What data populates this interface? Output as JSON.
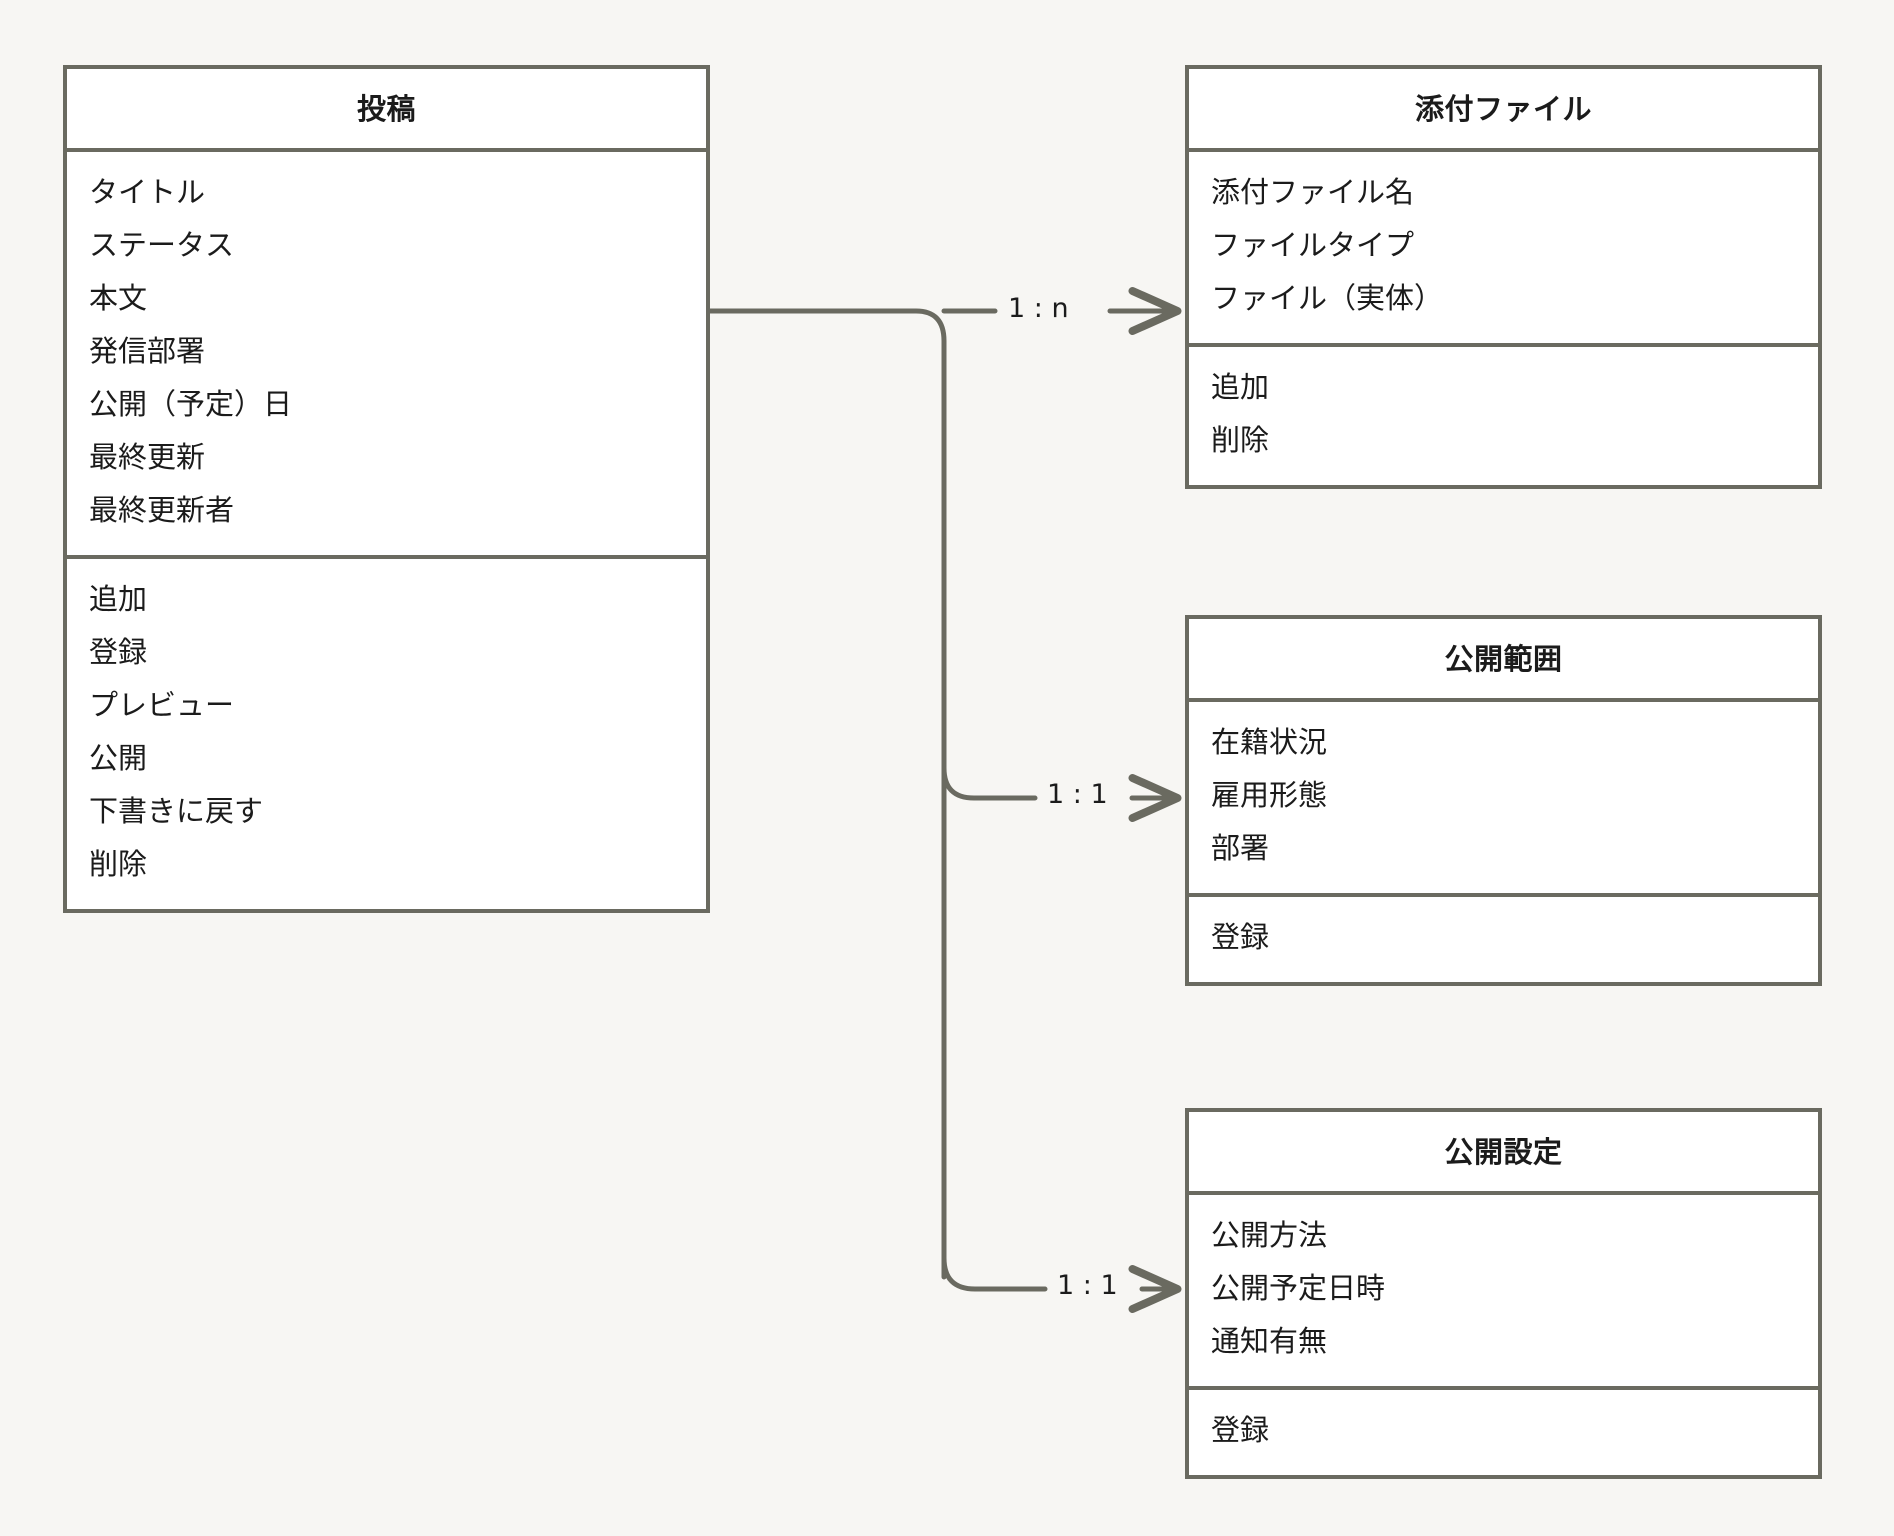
{
  "diagram": {
    "type": "class-diagram",
    "background_color": "#f7f6f3",
    "line_color": "#6a6a60",
    "box_fill_color": "#ffffff",
    "text_color": "#1b1b1b"
  },
  "classes": [
    {
      "id": "post",
      "title": "投稿",
      "attributes": [
        "タイトル",
        "ステータス",
        "本文",
        "発信部署",
        "公開（予定）日",
        "最終更新",
        "最終更新者"
      ],
      "operations": [
        "追加",
        "登録",
        "プレビュー",
        "公開",
        "下書きに戻す",
        "削除"
      ]
    },
    {
      "id": "attachment",
      "title": "添付ファイル",
      "attributes": [
        "添付ファイル名",
        "ファイルタイプ",
        "ファイル（実体）"
      ],
      "operations": [
        "追加",
        "削除"
      ]
    },
    {
      "id": "scope",
      "title": "公開範囲",
      "attributes": [
        "在籍状況",
        "雇用形態",
        "部署"
      ],
      "operations": [
        "登録"
      ]
    },
    {
      "id": "settings",
      "title": "公開設定",
      "attributes": [
        "公開方法",
        "公開予定日時",
        "通知有無"
      ],
      "operations": [
        "登録"
      ]
    }
  ],
  "relations": [
    {
      "id": "rel-1",
      "from": "post",
      "to": "attachment",
      "label": "1 : n"
    },
    {
      "id": "rel-2",
      "from": "post",
      "to": "scope",
      "label": "1 : 1"
    },
    {
      "id": "rel-3",
      "from": "post",
      "to": "settings",
      "label": "1 : 1"
    }
  ]
}
